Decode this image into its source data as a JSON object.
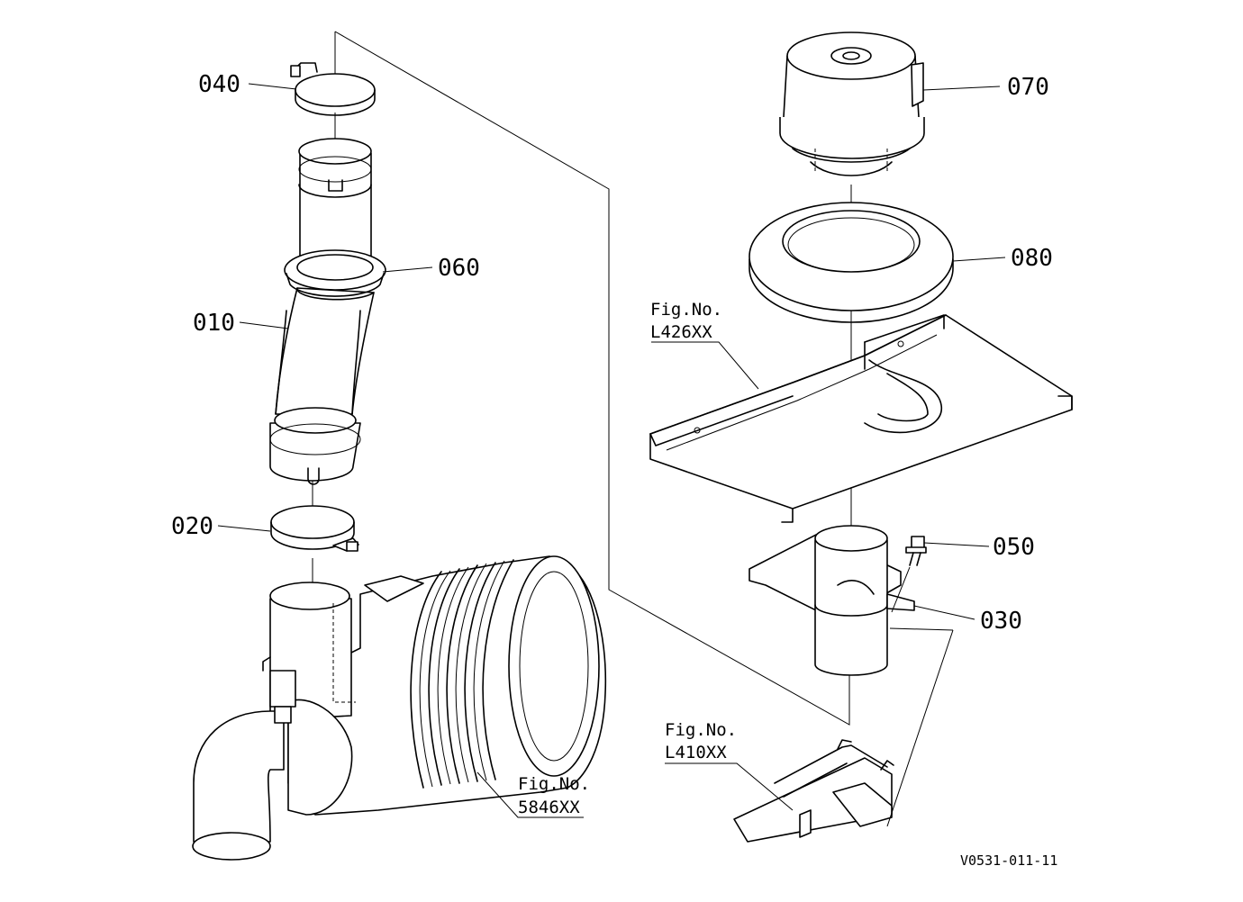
{
  "parts": [
    {
      "id": "010",
      "label": "010"
    },
    {
      "id": "020",
      "label": "020"
    },
    {
      "id": "030",
      "label": "030"
    },
    {
      "id": "040",
      "label": "040"
    },
    {
      "id": "050",
      "label": "050"
    },
    {
      "id": "060",
      "label": "060"
    },
    {
      "id": "070",
      "label": "070"
    },
    {
      "id": "080",
      "label": "080"
    }
  ],
  "figure_refs": {
    "l426": {
      "line1": "Fig.No.",
      "line2": "L426XX"
    },
    "l410": {
      "line1": "Fig.No.",
      "line2": "L410XX"
    },
    "f5846": {
      "line1": "Fig.No.",
      "line2": "5846XX"
    }
  },
  "drawing_code": "V0531-011-11"
}
